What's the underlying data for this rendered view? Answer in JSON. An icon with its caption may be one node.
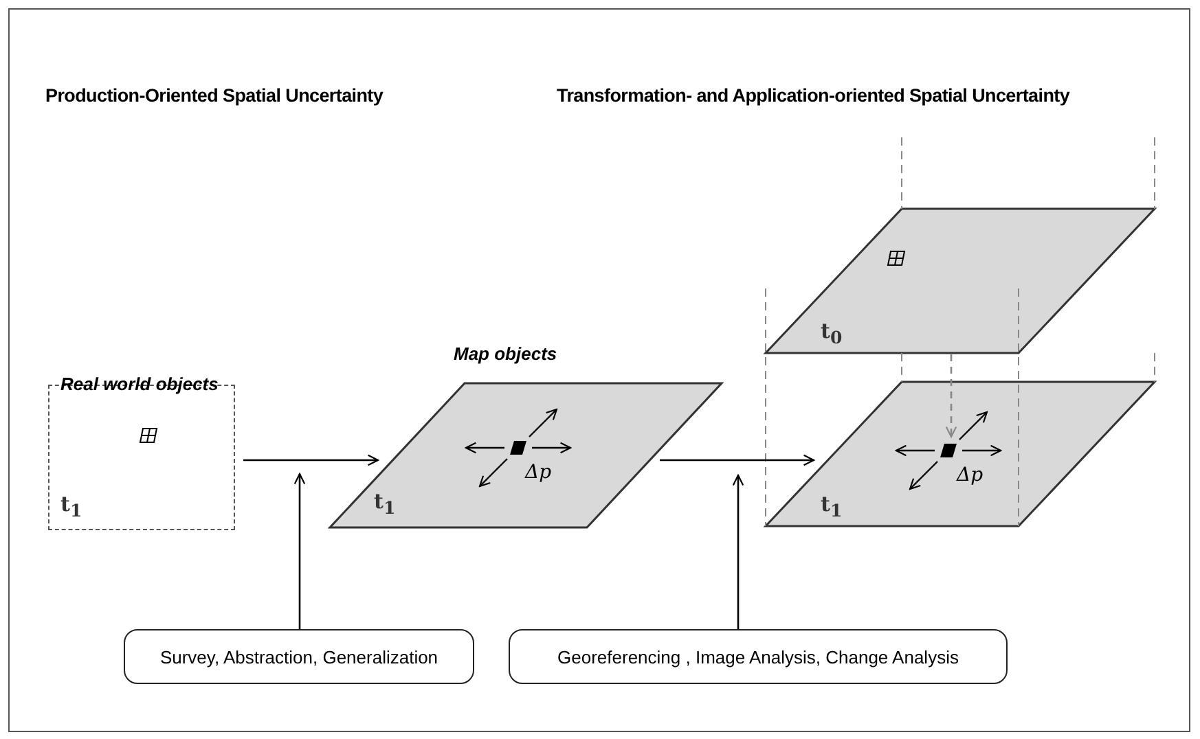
{
  "diagram": {
    "nodes": [
      {
        "text": [
          "Real world objects",
          "t$_{1}$"
        ]
      },
      {
        "text": [
          "Map objects",
          "t$_{1}$",
          "Δp"
        ]
      },
      {
        "text": [
          "t$_{0}$"
        ]
      },
      {
        "text": [
          "t$_{1}$",
          "Δp"
        ]
      },
      {
        "text": [
          "Survey, Abstraction, Generalization"
        ]
      },
      {
        "text": [
          "Georeferencing , Image Analysis, Change Analysis"
        ]
      }
    ],
    "edges": [
      {
        "from": 0,
        "to": 1,
        "arrow": "to"
      },
      {
        "from": 4,
        "to": null,
        "arrow": "to"
      },
      {
        "from": 1,
        "to": 3,
        "arrow": "to"
      },
      {
        "from": 5,
        "to": null,
        "arrow": "to"
      },
      {
        "from": 2,
        "to": 3,
        "arrow": "to",
        "style": "dashed",
        "color": "#888888"
      }
    ],
    "labels": [
      "Production-Oriented Spatial Uncertainty",
      "Transformation- and Application-oriented Spatial Uncertainty"
    ]
  }
}
